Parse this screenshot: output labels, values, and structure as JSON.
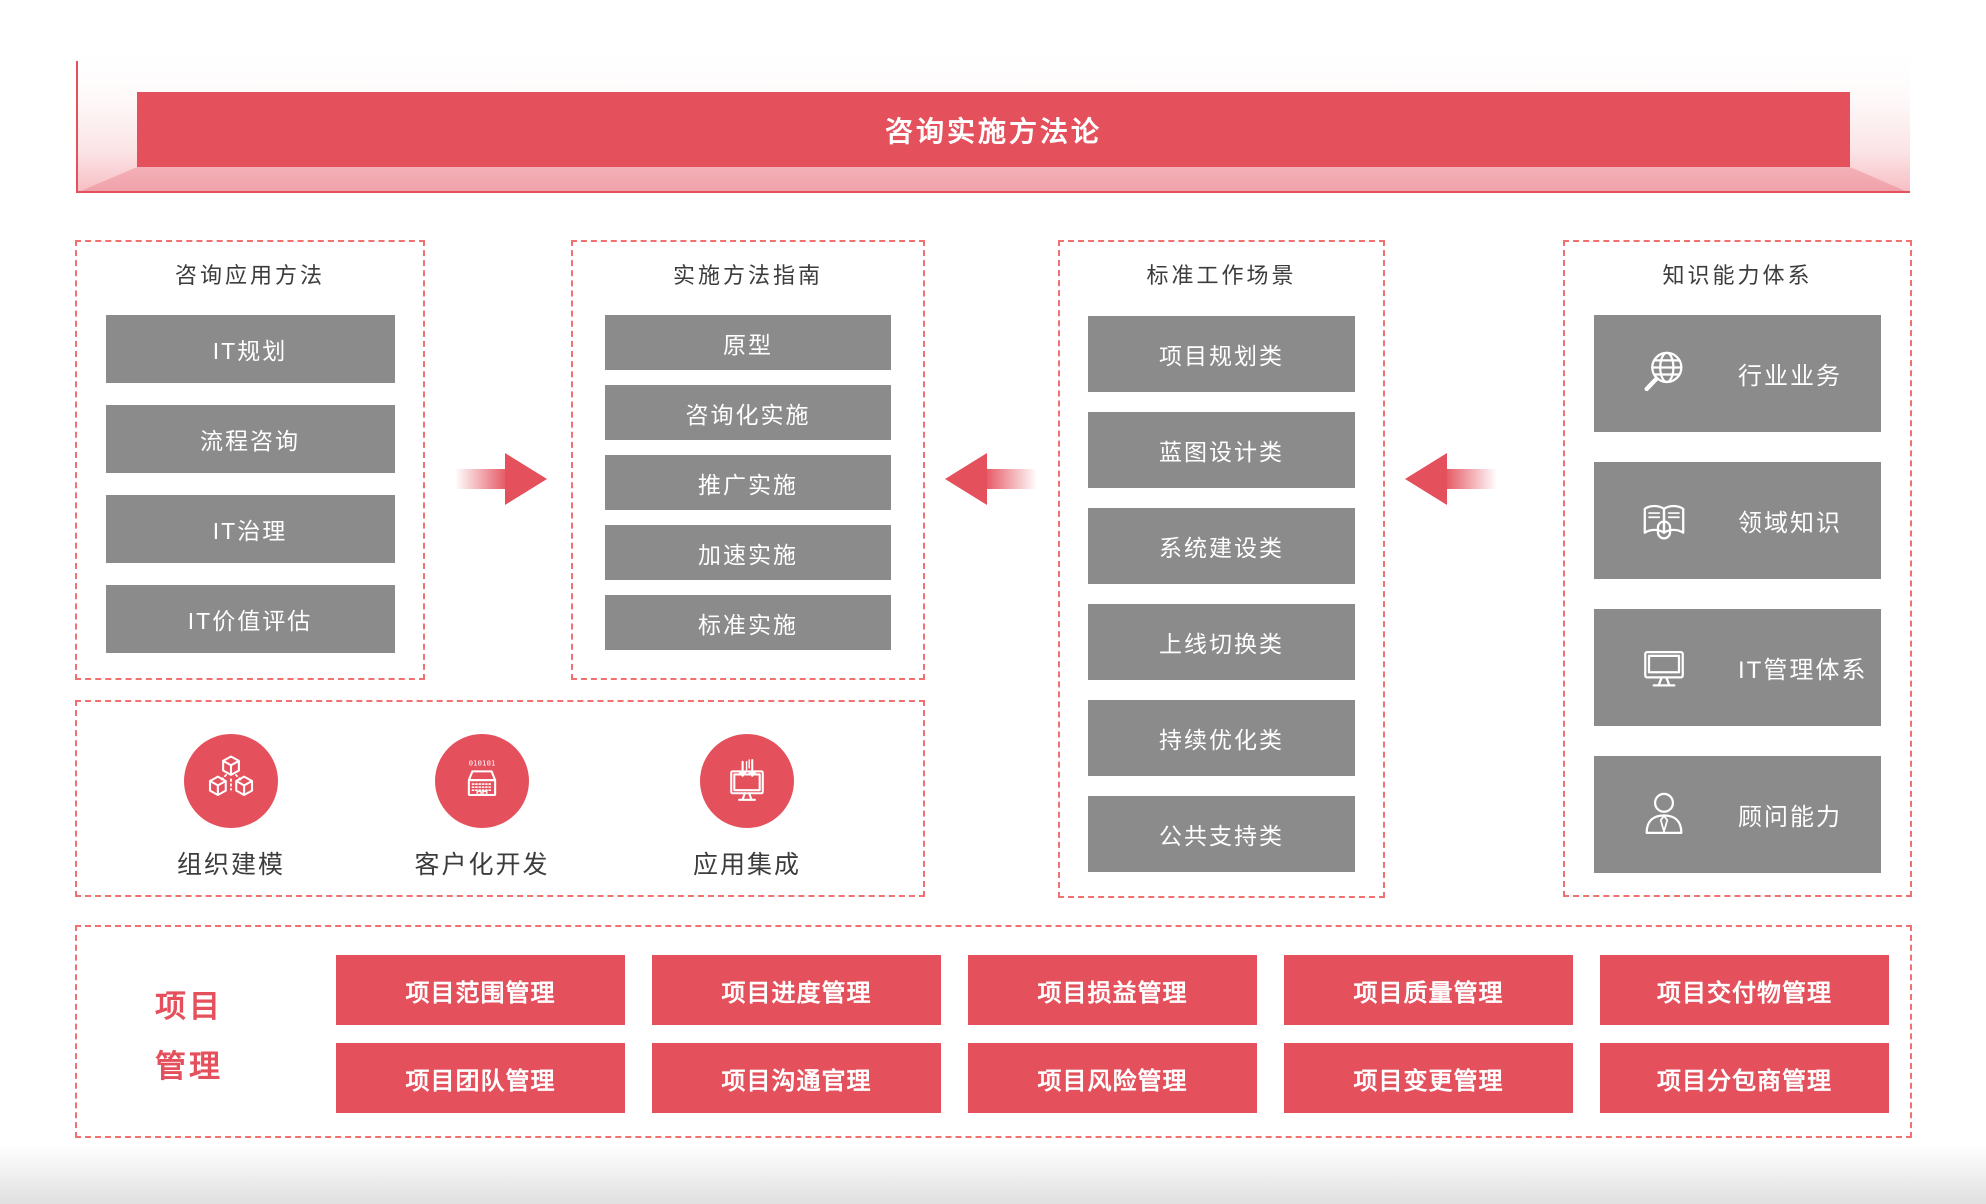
{
  "banner": {
    "title": "咨询实施方法论"
  },
  "columns": [
    {
      "title": "咨询应用方法",
      "items": [
        "IT规划",
        "流程咨询",
        "IT治理",
        "IT价值评估"
      ]
    },
    {
      "title": "实施方法指南",
      "items": [
        "原型",
        "咨询化实施",
        "推广实施",
        "加速实施",
        "标准实施"
      ]
    },
    {
      "title": "标准工作场景",
      "items": [
        "项目规划类",
        "蓝图设计类",
        "系统建设类",
        "上线切换类",
        "持续优化类",
        "公共支持类"
      ]
    },
    {
      "title": "知识能力体系",
      "items": [
        {
          "icon": "globe-magnifier-icon",
          "label": "行业业务"
        },
        {
          "icon": "book-mouse-icon",
          "label": "领域知识"
        },
        {
          "icon": "monitor-icon",
          "label": "IT管理体系"
        },
        {
          "icon": "consultant-icon",
          "label": "顾问能力"
        }
      ]
    }
  ],
  "tools": [
    {
      "icon": "cubes-icon",
      "label": "组织建模"
    },
    {
      "icon": "laptop-code-icon",
      "label": "客户化开发"
    },
    {
      "icon": "monitor-integration-icon",
      "label": "应用集成"
    }
  ],
  "project_management": {
    "title_lines": [
      "项目",
      "管理"
    ],
    "buttons": [
      [
        "项目范围管理",
        "项目进度管理",
        "项目损益管理",
        "项目质量管理",
        "项目交付物管理"
      ],
      [
        "项目团队管理",
        "项目沟通官理",
        "项目风险管理",
        "项目变更管理",
        "项目分包商管理"
      ]
    ]
  },
  "colors": {
    "primary_red": "#e4505c",
    "dashed_border": "#f17070",
    "button_gray": "#8b8b8b",
    "floor_pink": "#f2a7ae",
    "text_dark": "#3c3c3c"
  }
}
